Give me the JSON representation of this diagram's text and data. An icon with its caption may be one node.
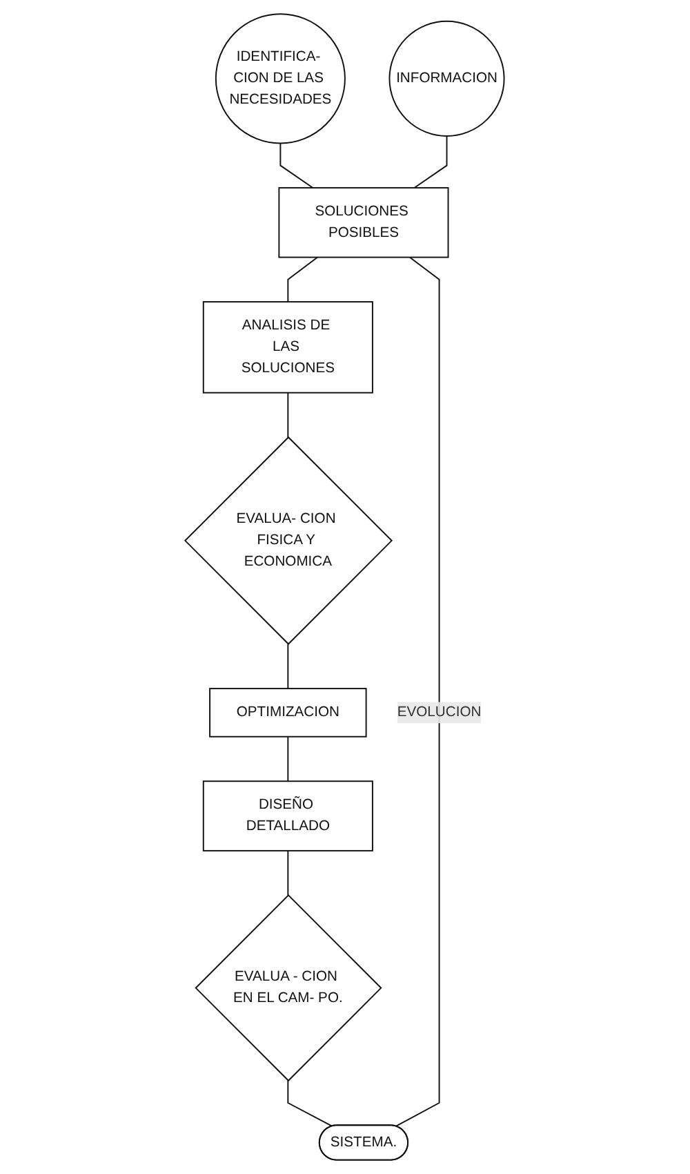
{
  "diagram": {
    "nodes": [
      {
        "text": [
          "IDENTIFICA- CION DE LAS NECESIDADES"
        ]
      },
      {
        "text": [
          "INFORMACION"
        ]
      },
      {
        "text": [
          "SOLUCIONES POSIBLES"
        ]
      },
      {
        "text": [
          "ANALISIS DE LAS SOLUCIONES"
        ]
      },
      {
        "text": [
          "EVALUA- CION FISICA Y ECONOMICA"
        ]
      },
      {
        "text": [
          "OPTIMIZACION"
        ]
      },
      {
        "text": [
          "DISEÑO DETALLADO"
        ]
      },
      {
        "text": [
          "EVALUA - CION EN EL CAM- PO."
        ]
      },
      {
        "text": [
          "SISTEMA."
        ]
      }
    ],
    "edges": [
      {
        "from": 0,
        "to": 2,
        "arrow": "none"
      },
      {
        "from": 1,
        "to": 2,
        "arrow": "none"
      },
      {
        "from": 2,
        "to": 3,
        "arrow": "none"
      },
      {
        "from": 3,
        "to": 4,
        "arrow": "none"
      },
      {
        "from": 4,
        "to": 5,
        "arrow": "none"
      },
      {
        "from": 5,
        "to": 6,
        "arrow": "none"
      },
      {
        "from": 6,
        "to": 7,
        "arrow": "none"
      },
      {
        "from": 7,
        "to": 8,
        "arrow": "none"
      },
      {
        "from": 8,
        "to": 2,
        "arrow": "none",
        "label": "EVOLUCION"
      }
    ]
  }
}
